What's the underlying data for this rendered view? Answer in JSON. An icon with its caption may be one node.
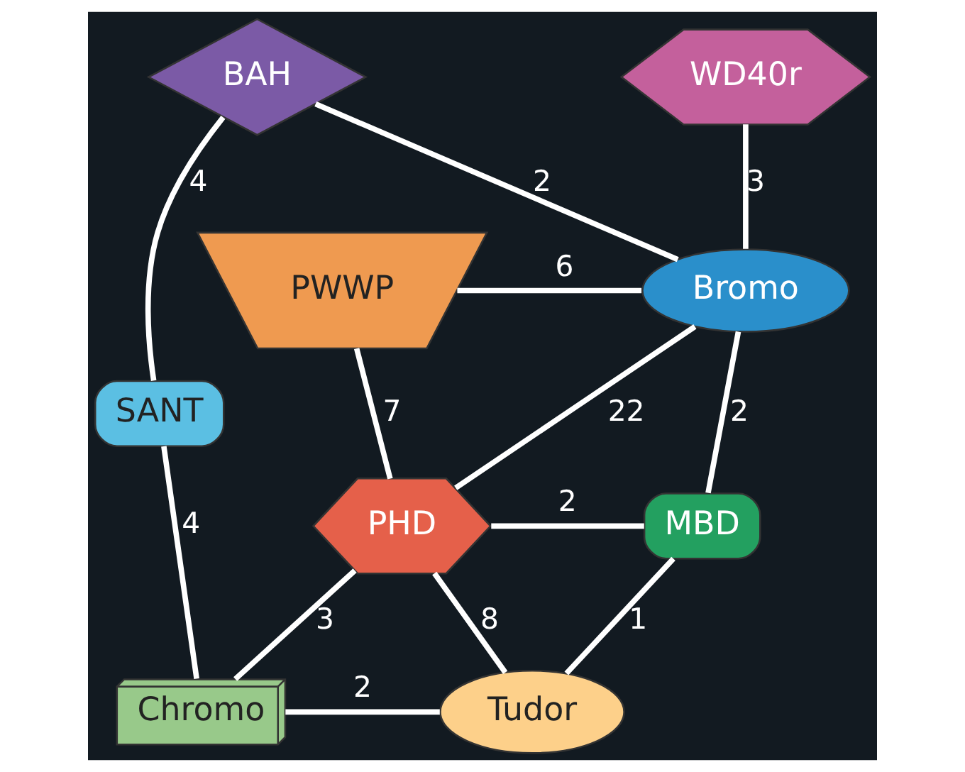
{
  "diagram": {
    "nodes": [
      {
        "text": [
          "BAH"
        ]
      },
      {
        "text": [
          "WD40r"
        ]
      },
      {
        "text": [
          "PWWP"
        ]
      },
      {
        "text": [
          "Bromo"
        ]
      },
      {
        "text": [
          "SANT"
        ]
      },
      {
        "text": [
          "PHD"
        ]
      },
      {
        "text": [
          "MBD"
        ]
      },
      {
        "text": [
          "Chromo"
        ]
      },
      {
        "text": [
          "Tudor"
        ]
      }
    ],
    "edges": [
      {
        "from": 0,
        "to": 4,
        "arrow": "none",
        "label": "4"
      },
      {
        "from": 0,
        "to": 3,
        "arrow": "none",
        "label": "2"
      },
      {
        "from": 1,
        "to": 3,
        "arrow": "none",
        "label": "3"
      },
      {
        "from": 2,
        "to": 3,
        "arrow": "none",
        "label": "6"
      },
      {
        "from": 2,
        "to": 5,
        "arrow": "none",
        "label": "7"
      },
      {
        "from": 3,
        "to": 5,
        "arrow": "none",
        "label": "22"
      },
      {
        "from": 3,
        "to": 6,
        "arrow": "none",
        "label": "2"
      },
      {
        "from": 5,
        "to": 6,
        "arrow": "none",
        "label": "2"
      },
      {
        "from": 4,
        "to": 7,
        "arrow": "none",
        "label": "4"
      },
      {
        "from": 5,
        "to": 7,
        "arrow": "none",
        "label": "3"
      },
      {
        "from": 5,
        "to": 8,
        "arrow": "none",
        "label": "8"
      },
      {
        "from": 6,
        "to": 8,
        "arrow": "none",
        "label": "1"
      },
      {
        "from": 7,
        "to": 8,
        "arrow": "none",
        "label": "2"
      }
    ]
  }
}
